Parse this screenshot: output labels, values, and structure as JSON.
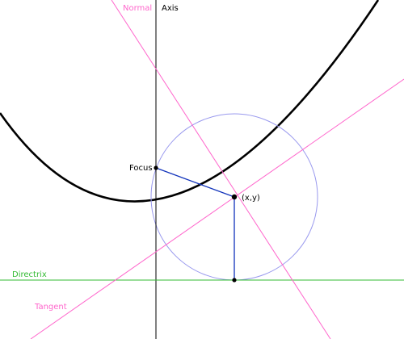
{
  "labels": {
    "axis": "Axis",
    "normal": "Normal",
    "focus": "Focus",
    "point": "(x,y)",
    "directrix": "Directrix",
    "tangent": "Tangent"
  },
  "colors": {
    "background": "#ffffff",
    "parabola": "#000000",
    "axis": "#000000",
    "normal": "#ff66cc",
    "tangent": "#ff66cc",
    "directrix": "#33bb33",
    "circle": "#9999ee",
    "segment": "#1133bb",
    "points": "#000000",
    "label_default": "#000000"
  }
}
